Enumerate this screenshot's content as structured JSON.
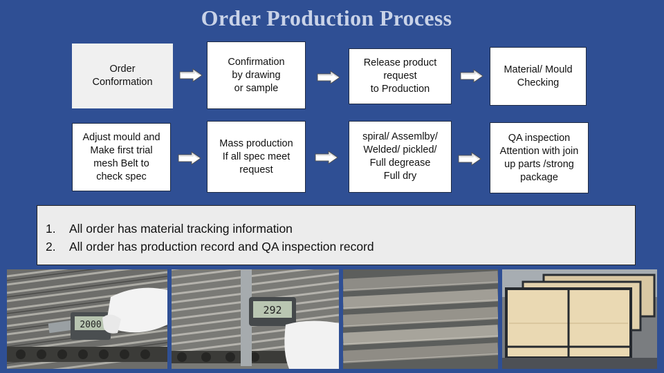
{
  "title": "Order Production Process",
  "steps_row1": [
    "Order\nConformation",
    "Confirmation\nby drawing\nor sample",
    "Release product\nrequest\nto Production",
    "Material/ Mould\nChecking"
  ],
  "steps_row2": [
    "Adjust mould and\nMake first trial\nmesh Belt to\ncheck  spec",
    "Mass production\nIf all spec meet\nrequest",
    "spiral/ Assemlby/\nWelded/ pickled/\nFull degrease\nFull dry",
    "QA inspection\nAttention with join\nup parts /strong\npackage"
  ],
  "notes": [
    {
      "num": "1.",
      "text": "All order has material tracking information"
    },
    {
      "num": "2.",
      "text": "All order has production record and QA inspection record"
    }
  ],
  "photos": {
    "caliper_display_1": "2000",
    "caliper_display_2": "292"
  }
}
